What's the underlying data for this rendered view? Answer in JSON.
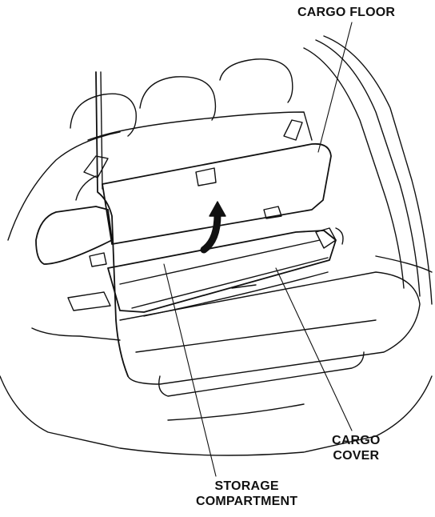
{
  "diagram": {
    "labels": {
      "cargo_floor": "CARGO FLOOR",
      "cargo_cover_line1": "CARGO",
      "cargo_cover_line2": "COVER",
      "storage_line1": "STORAGE",
      "storage_line2": "COMPARTMENT"
    },
    "colors": {
      "ink": "#111111",
      "paper": "#ffffff"
    },
    "icons": {
      "lift_arrow": "curved-up-arrow-icon"
    }
  }
}
